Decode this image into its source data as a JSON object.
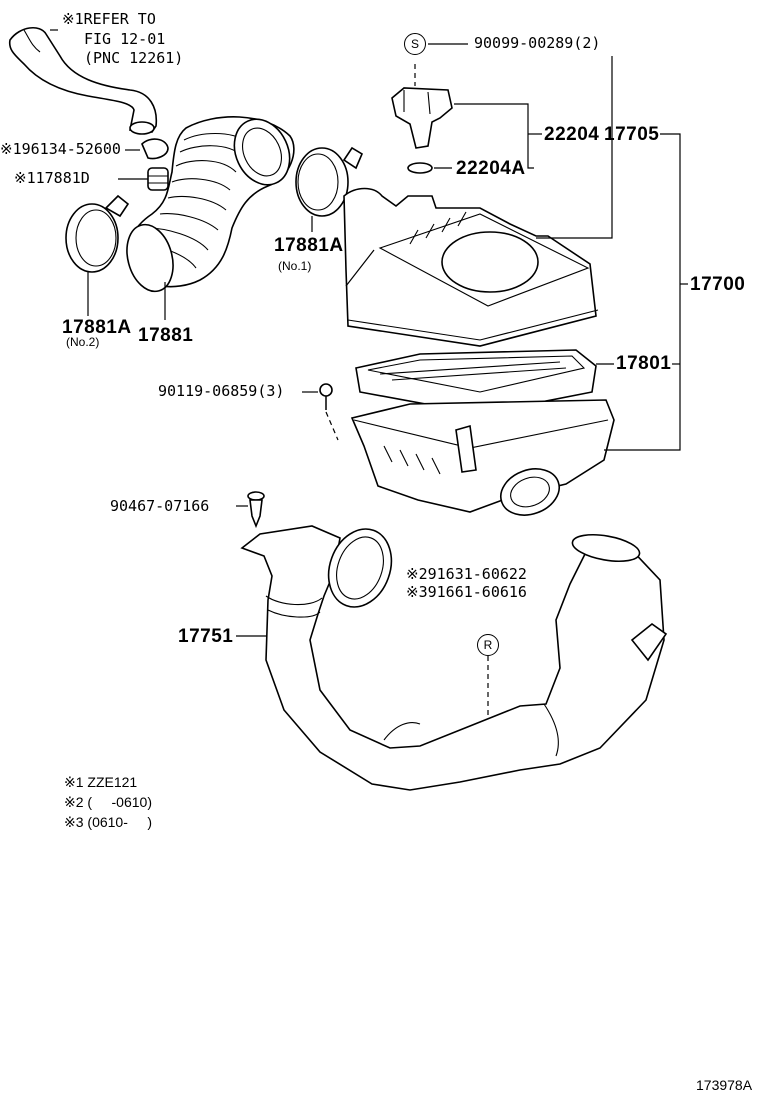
{
  "refer_note": [
    "※1REFER TO",
    "FIG 12-01",
    "(PNC 12261)"
  ],
  "labels": {
    "p90099": "90099-00289(2)",
    "p22204": "22204",
    "p17705": "17705",
    "p22204A": "22204A",
    "p196134": "※196134-52600",
    "p117881D": "※117881D",
    "p17881A_top": "17881A",
    "no1": "(No.1)",
    "p17700": "17700",
    "p17881A_left": "17881A",
    "no2": "(No.2)",
    "p17881": "17881",
    "p17801": "17801",
    "p90119": "90119-06859(3)",
    "p90467": "90467-07166",
    "p291631": "※291631-60622",
    "p391661": "※391661-60616",
    "p17751": "17751"
  },
  "marks": {
    "s": "S",
    "r": "R"
  },
  "footnotes": [
    "※1 ZZE121",
    "※2 (     -0610)",
    "※3 (0610-     )"
  ],
  "figure_code": "173978A"
}
